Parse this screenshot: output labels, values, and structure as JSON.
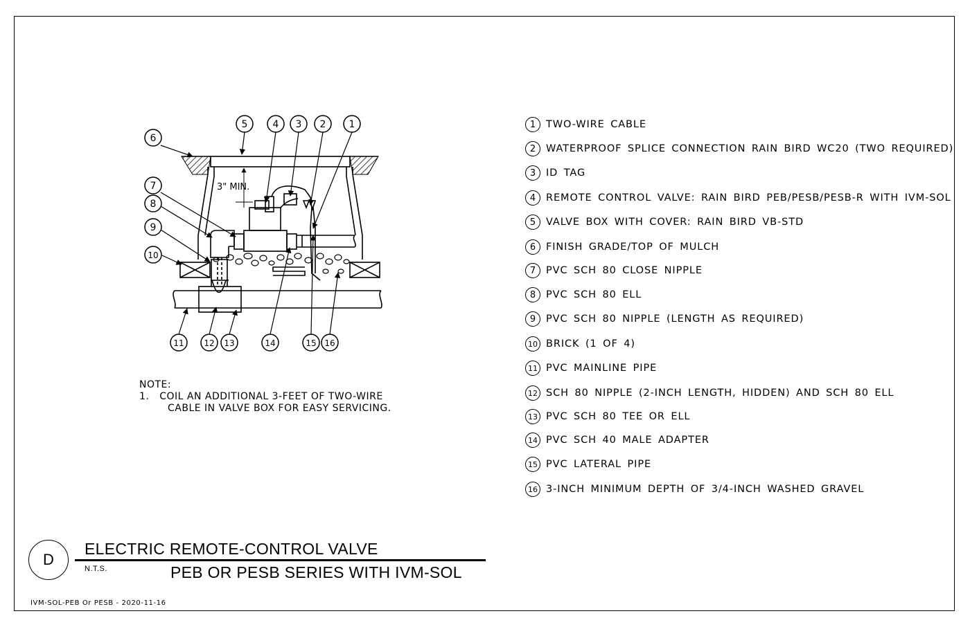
{
  "drawing": {
    "min_label": "3\" MIN.",
    "callouts": [
      "5",
      "4",
      "3",
      "2",
      "1",
      "6",
      "7",
      "8",
      "9",
      "10",
      "11",
      "12",
      "13",
      "14",
      "15",
      "16"
    ]
  },
  "legend": [
    {
      "num": "1",
      "text": "TWO-WIRE CABLE"
    },
    {
      "num": "2",
      "text": "WATERPROOF SPLICE CONNECTION RAIN BIRD WC20 (TWO REQUIRED)"
    },
    {
      "num": "3",
      "text": "ID TAG"
    },
    {
      "num": "4",
      "text": "REMOTE CONTROL VALVE: RAIN BIRD PEB/PESB/PESB-R WITH IVM-SOL"
    },
    {
      "num": "5",
      "text": "VALVE BOX WITH COVER: RAIN BIRD VB-STD"
    },
    {
      "num": "6",
      "text": "FINISH GRADE/TOP OF MULCH"
    },
    {
      "num": "7",
      "text": "PVC SCH 80 CLOSE NIPPLE"
    },
    {
      "num": "8",
      "text": "PVC SCH 80 ELL"
    },
    {
      "num": "9",
      "text": "PVC SCH 80 NIPPLE (LENGTH AS REQUIRED)"
    },
    {
      "num": "10",
      "text": "BRICK (1 OF 4)"
    },
    {
      "num": "11",
      "text": "PVC MAINLINE PIPE"
    },
    {
      "num": "12",
      "text": "SCH 80 NIPPLE (2-INCH LENGTH, HIDDEN) AND SCH 80 ELL"
    },
    {
      "num": "13",
      "text": "PVC SCH 80 TEE OR ELL"
    },
    {
      "num": "14",
      "text": "PVC SCH 40 MALE ADAPTER"
    },
    {
      "num": "15",
      "text": "PVC LATERAL PIPE"
    },
    {
      "num": "16",
      "text": "3-INCH MINIMUM DEPTH OF 3/4-INCH WASHED GRAVEL"
    }
  ],
  "note": {
    "heading": "NOTE:",
    "line1": "1.   COIL AN ADDITIONAL 3-FEET OF TWO-WIRE",
    "line2": "CABLE IN VALVE BOX FOR EASY SERVICING."
  },
  "title": {
    "bubble": "D",
    "main": "ELECTRIC REMOTE-CONTROL VALVE",
    "scale": "N.T.S.",
    "sub": "PEB OR PESB SERIES WITH IVM-SOL"
  },
  "footer": "IVM-SOL-PEB Or PESB - 2020-11-16"
}
